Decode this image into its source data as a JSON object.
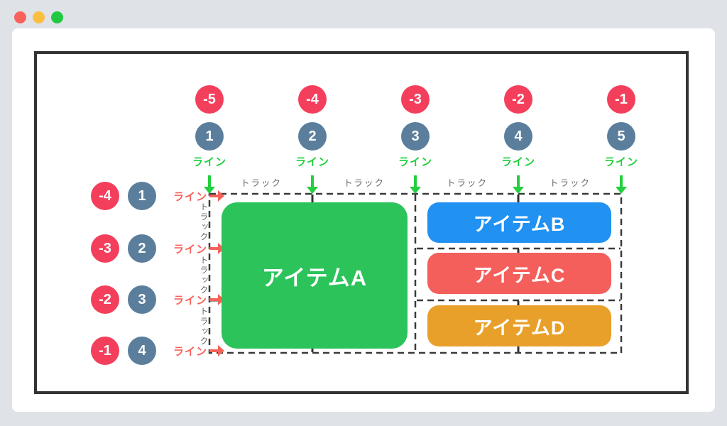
{
  "window": {
    "controls": [
      {
        "name": "close",
        "color": "#f9625c"
      },
      {
        "name": "minimize",
        "color": "#fcbe3e"
      },
      {
        "name": "zoom",
        "color": "#20c941"
      }
    ]
  },
  "grid": {
    "column_lines": [
      {
        "negative": "-5",
        "positive": "1",
        "label": "ライン"
      },
      {
        "negative": "-4",
        "positive": "2",
        "label": "ライン"
      },
      {
        "negative": "-3",
        "positive": "3",
        "label": "ライン"
      },
      {
        "negative": "-2",
        "positive": "4",
        "label": "ライン"
      },
      {
        "negative": "-1",
        "positive": "5",
        "label": "ライン"
      }
    ],
    "row_lines": [
      {
        "negative": "-4",
        "positive": "1",
        "label": "ライン"
      },
      {
        "negative": "-3",
        "positive": "2",
        "label": "ライン"
      },
      {
        "negative": "-2",
        "positive": "3",
        "label": "ライン"
      },
      {
        "negative": "-1",
        "positive": "4",
        "label": "ライン"
      }
    ],
    "column_tracks": [
      {
        "label": "トラック"
      },
      {
        "label": "トラック"
      },
      {
        "label": "トラック"
      },
      {
        "label": "トラック"
      }
    ],
    "row_tracks": [
      {
        "label": "トラック"
      },
      {
        "label": "トラック"
      },
      {
        "label": "トラック"
      }
    ],
    "items": [
      {
        "id": "A",
        "label": "アイテムA",
        "color": "#2bc35a"
      },
      {
        "id": "B",
        "label": "アイテムB",
        "color": "#2191f2"
      },
      {
        "id": "C",
        "label": "アイテムC",
        "color": "#f45f5b"
      },
      {
        "id": "D",
        "label": "アイテムD",
        "color": "#e9a02b"
      }
    ]
  },
  "colors": {
    "page_background": "#dfe3e8",
    "card_background": "#ffffff",
    "frame_border": "#333333",
    "negative_line_circle": "#f43f5c",
    "positive_line_circle": "#5b7e9c",
    "column_line_accent": "#22cf3e",
    "row_line_accent": "#f4635a",
    "track_text": "#666666",
    "grid_dash": "#3a3a3a"
  }
}
